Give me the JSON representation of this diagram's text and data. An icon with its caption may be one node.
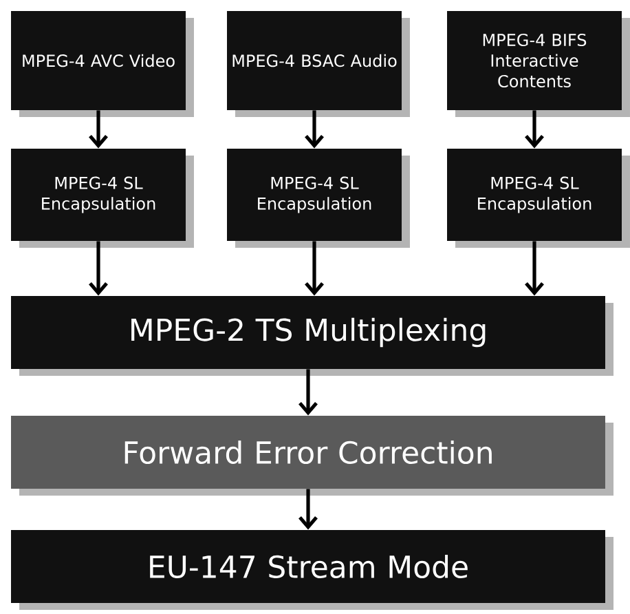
{
  "diagram": {
    "nodes": [
      {
        "text": [
          "MPEG-4 AVC Video"
        ]
      },
      {
        "text": [
          "MPEG-4 BSAC Audio"
        ]
      },
      {
        "text": [
          "MPEG-4 BIFS Interactive Contents"
        ]
      },
      {
        "text": [
          "MPEG-4 SL Encapsulation"
        ]
      },
      {
        "text": [
          "MPEG-4 SL Encapsulation"
        ]
      },
      {
        "text": [
          "MPEG-4 SL Encapsulation"
        ]
      },
      {
        "text": [
          "MPEG-2 TS Multiplexing"
        ]
      },
      {
        "text": [
          "Forward Error Correction"
        ]
      },
      {
        "text": [
          "EU-147 Stream Mode"
        ]
      }
    ],
    "edges": [
      {
        "from": 0,
        "to": 3,
        "arrow": "to"
      },
      {
        "from": 1,
        "to": 4,
        "arrow": "to"
      },
      {
        "from": 2,
        "to": 5,
        "arrow": "to"
      },
      {
        "from": 3,
        "to": 6,
        "arrow": "to"
      },
      {
        "from": 4,
        "to": 6,
        "arrow": "to"
      },
      {
        "from": 5,
        "to": 6,
        "arrow": "to"
      },
      {
        "from": 6,
        "to": 7,
        "arrow": "to"
      },
      {
        "from": 7,
        "to": 8,
        "arrow": "to"
      }
    ]
  }
}
